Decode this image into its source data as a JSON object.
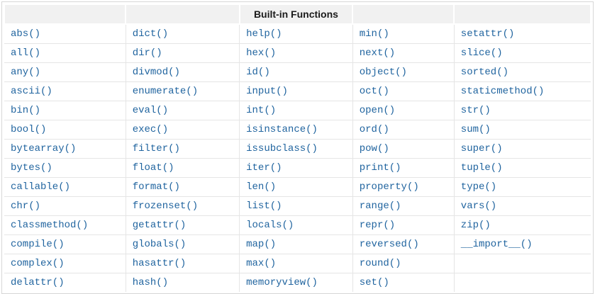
{
  "table": {
    "title": "Built-in Functions",
    "title_column_index": 2,
    "num_columns": 5,
    "column_widths_pct": [
      20.7,
      19.4,
      19.3,
      17.3,
      23.3
    ],
    "rows": [
      [
        "abs()",
        "dict()",
        "help()",
        "min()",
        "setattr()"
      ],
      [
        "all()",
        "dir()",
        "hex()",
        "next()",
        "slice()"
      ],
      [
        "any()",
        "divmod()",
        "id()",
        "object()",
        "sorted()"
      ],
      [
        "ascii()",
        "enumerate()",
        "input()",
        "oct()",
        "staticmethod()"
      ],
      [
        "bin()",
        "eval()",
        "int()",
        "open()",
        "str()"
      ],
      [
        "bool()",
        "exec()",
        "isinstance()",
        "ord()",
        "sum()"
      ],
      [
        "bytearray()",
        "filter()",
        "issubclass()",
        "pow()",
        "super()"
      ],
      [
        "bytes()",
        "float()",
        "iter()",
        "print()",
        "tuple()"
      ],
      [
        "callable()",
        "format()",
        "len()",
        "property()",
        "type()"
      ],
      [
        "chr()",
        "frozenset()",
        "list()",
        "range()",
        "vars()"
      ],
      [
        "classmethod()",
        "getattr()",
        "locals()",
        "repr()",
        "zip()"
      ],
      [
        "compile()",
        "globals()",
        "map()",
        "reversed()",
        "__import__()"
      ],
      [
        "complex()",
        "hasattr()",
        "max()",
        "round()",
        ""
      ],
      [
        "delattr()",
        "hash()",
        "memoryview()",
        "set()",
        ""
      ]
    ]
  },
  "colors": {
    "function_link_blue": "#20649f",
    "header_background": "#f1f1f1",
    "header_text": "#1a1a1a",
    "grid_line": "#e5e5e5",
    "outer_border": "#d6d6d6",
    "page_background": "#ffffff"
  }
}
